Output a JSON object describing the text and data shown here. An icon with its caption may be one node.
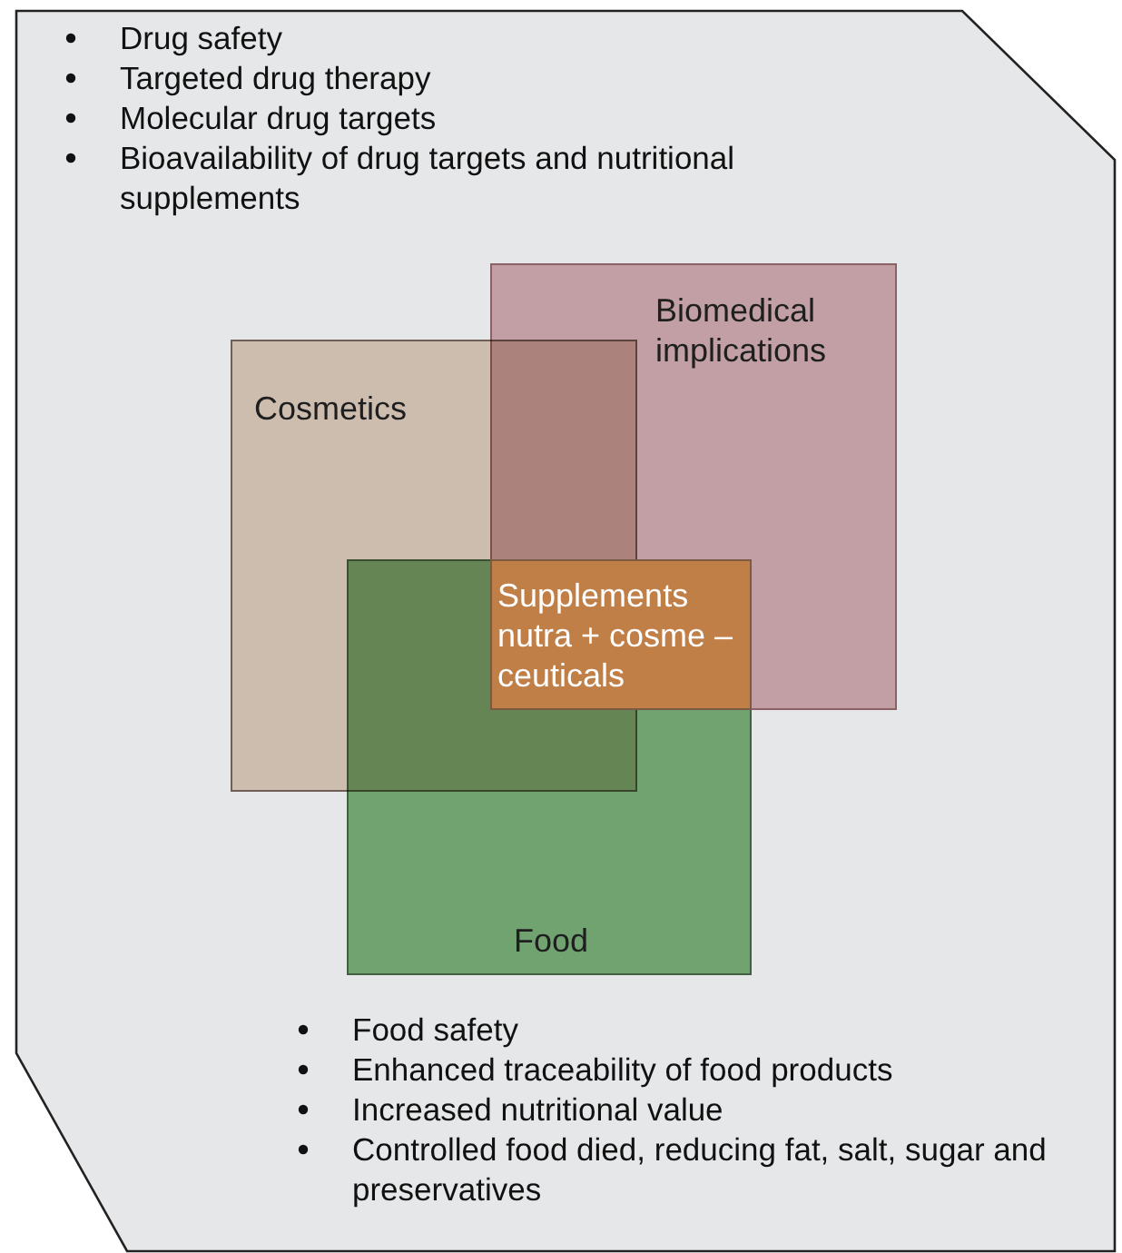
{
  "diagram": {
    "nodes": [
      {
        "text": [
          "Drug safety",
          "Targeted drug therapy",
          "Molecular drug targets",
          "Bioavailability of drug targets and nutritional supplements",
          "Food safety",
          "Enhanced traceability of food products",
          "Increased nutritional value",
          "Controlled food died, reducing fat, salt, sugar and preservatives"
        ]
      },
      {
        "text": [
          "Biomedical implications"
        ],
        "in": 0
      },
      {
        "text": [
          "Cosmetics"
        ],
        "in": 0
      },
      {
        "text": [
          "Food"
        ],
        "in": 0
      },
      {
        "text": [
          "Supplements nutra + cosme –ceuticals"
        ]
      }
    ],
    "edges": []
  }
}
